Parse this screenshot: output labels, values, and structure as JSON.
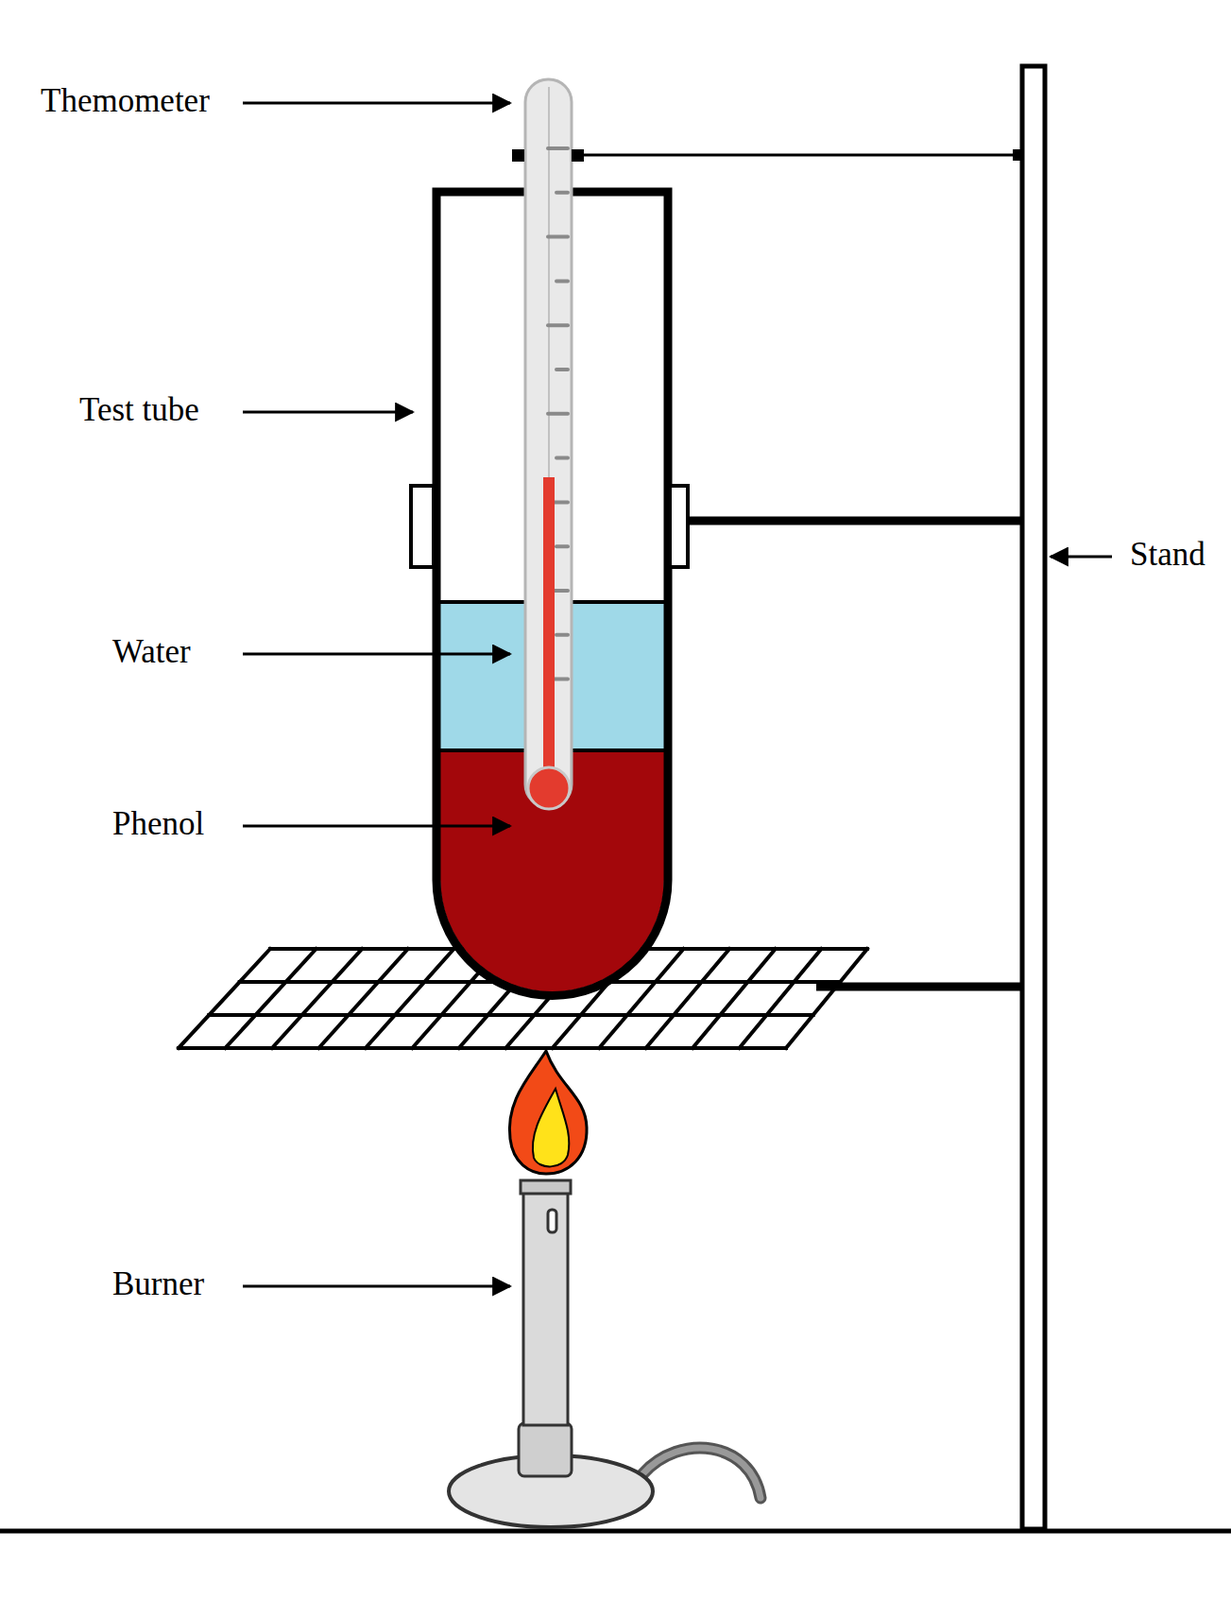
{
  "diagram": {
    "labels": [
      "Themometer",
      "Test tube",
      "Water",
      "Phenol",
      "Stand",
      "Burner"
    ]
  }
}
